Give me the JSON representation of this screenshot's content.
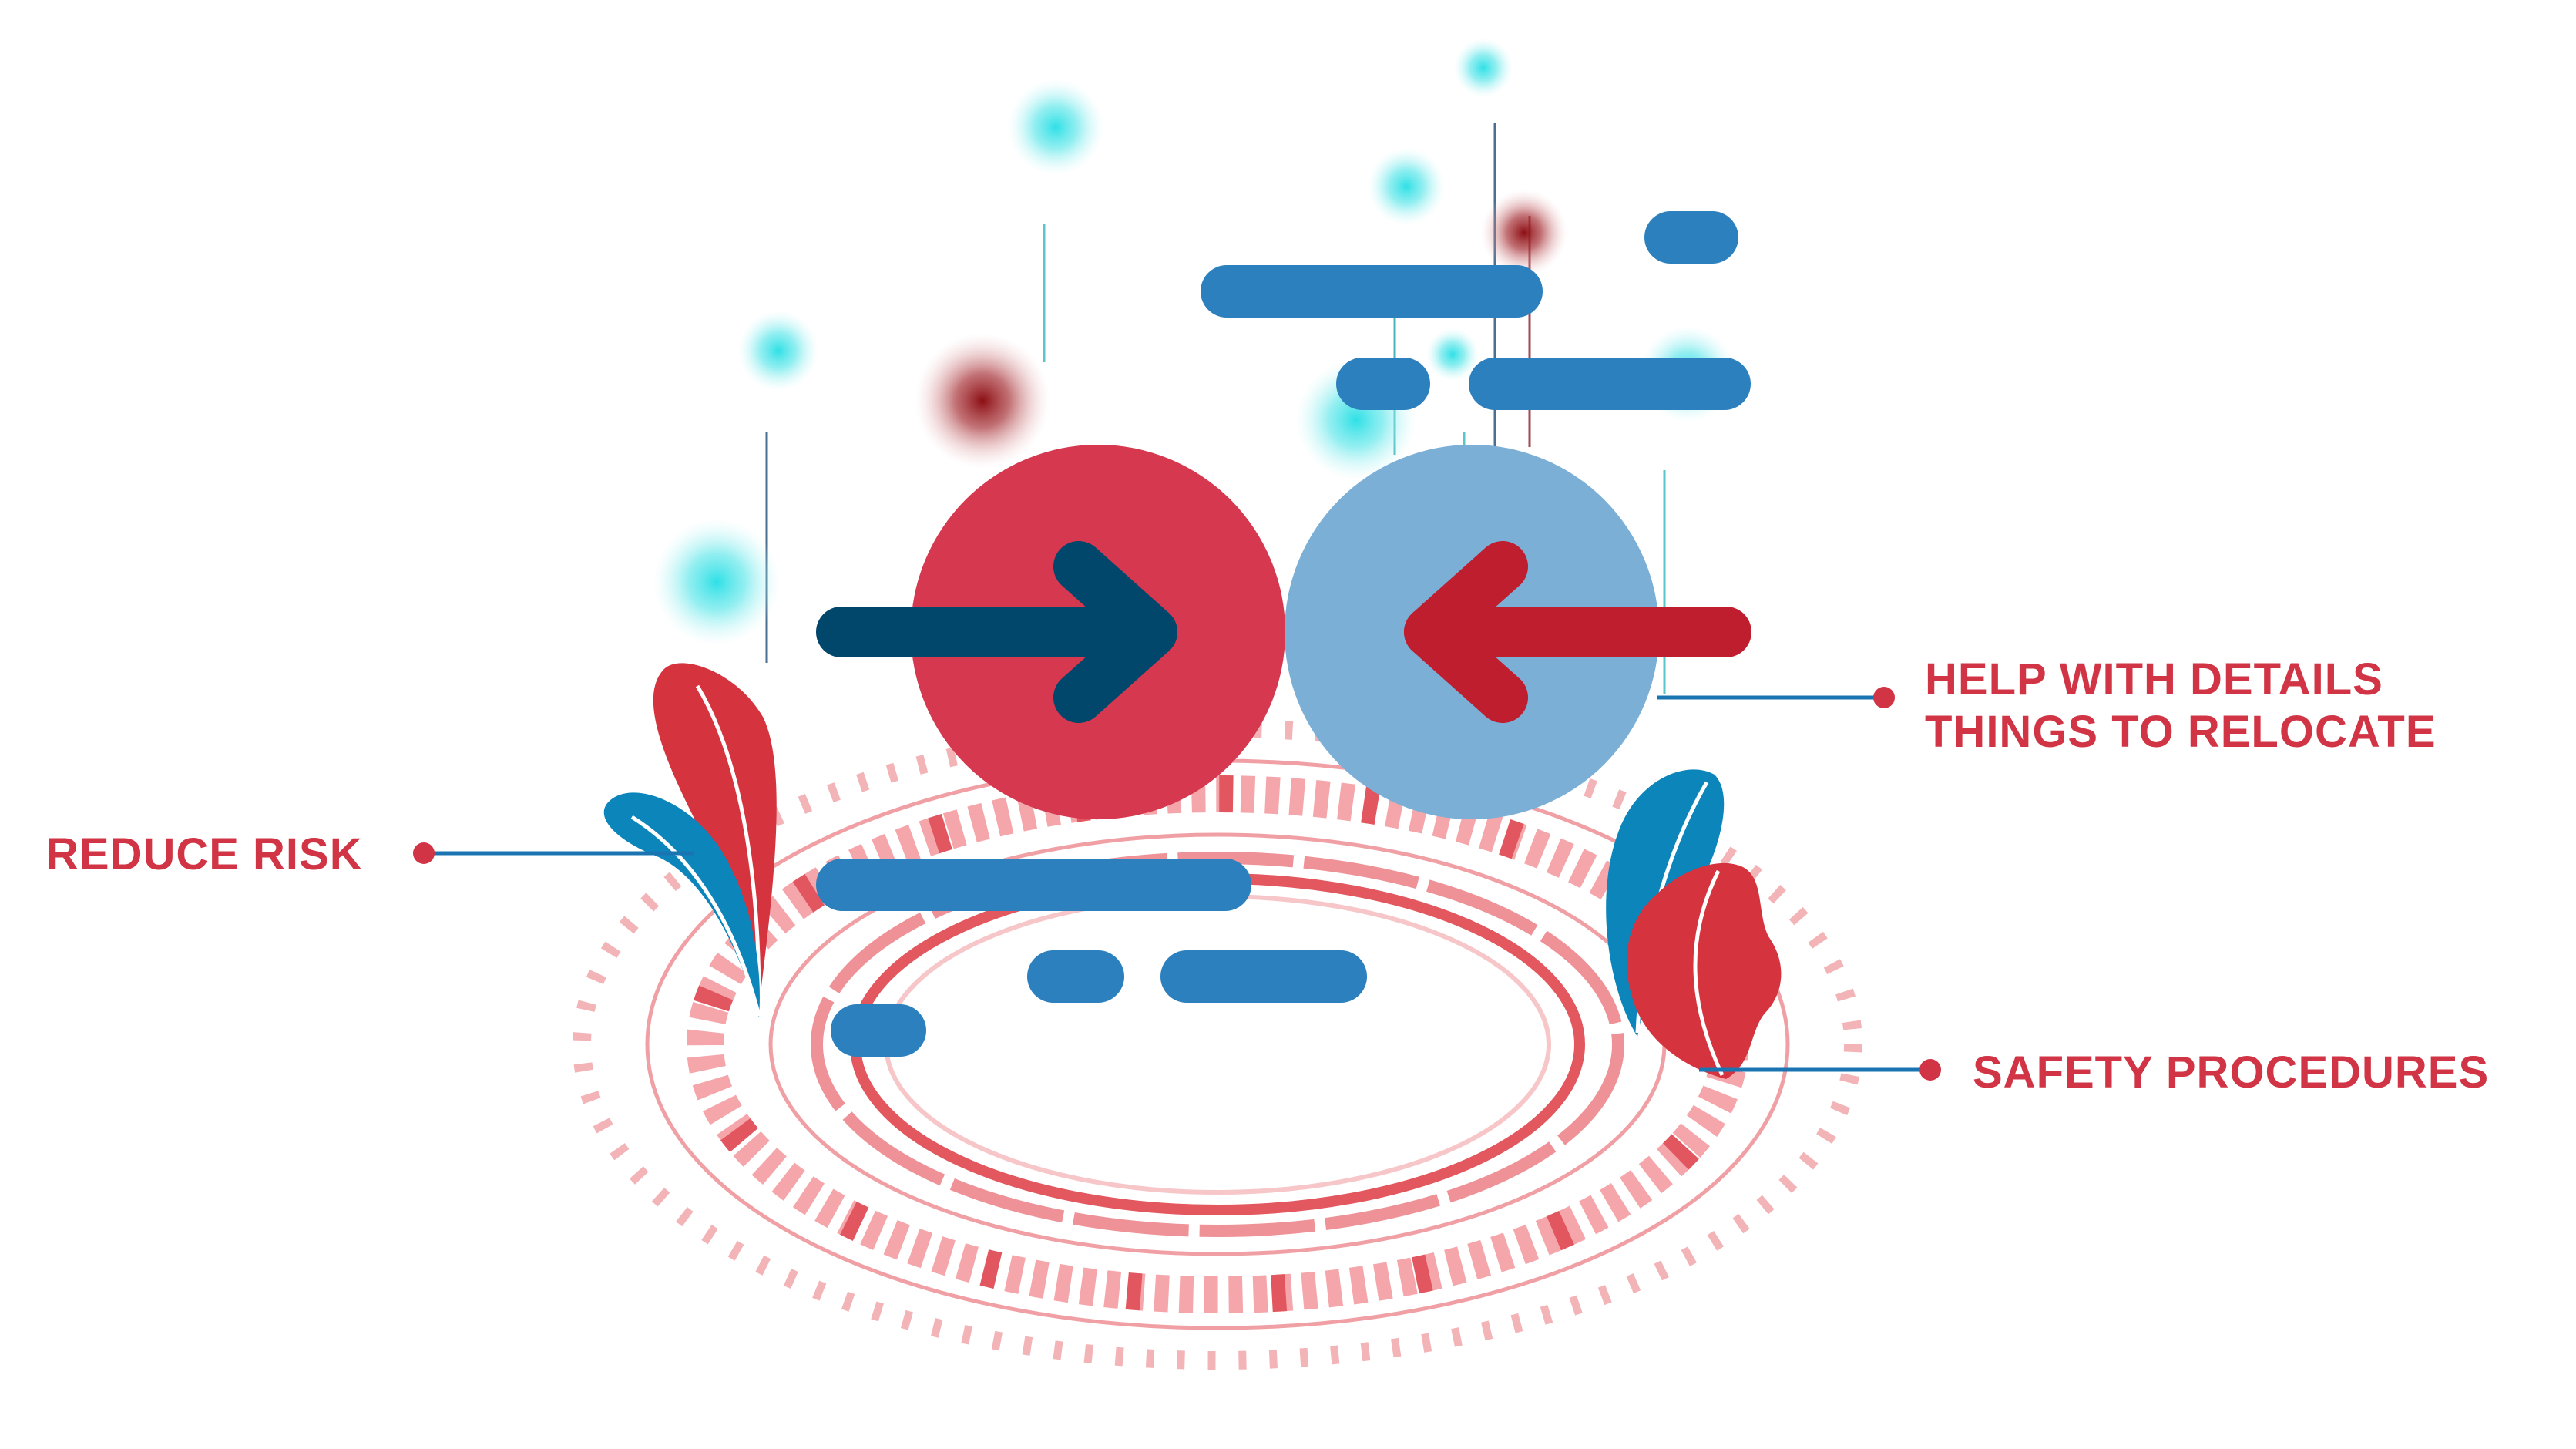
{
  "labels": {
    "reduce_risk": "REDUCE RISK",
    "help_line1": "HELP WITH DETAILS",
    "help_line2": "THINGS TO RELOCATE",
    "safety": "SAFETY PROCEDURES"
  },
  "colors": {
    "label_text": "#d13545",
    "red_circle": "#d5384f",
    "light_blue_circle": "#7bafd6",
    "dark_blue_arrow": "#01476b",
    "red_arrow": "#be1e2d",
    "bar_blue": "#2b80bd",
    "ring_pink": "#f2a6aa",
    "ring_red": "#e66b70",
    "leaf_red": "#d5343f",
    "leaf_blue": "#0c85ba",
    "connector_line": "#1b74b2",
    "glow_cyan": "#39e1e6",
    "glow_dark_red": "#8c0f14"
  },
  "icons": {
    "left_arrow_circle": "arrow-right-icon",
    "right_arrow_circle": "arrow-left-icon",
    "left_plant": "leaf-icon",
    "right_plant": "leaf-icon"
  }
}
